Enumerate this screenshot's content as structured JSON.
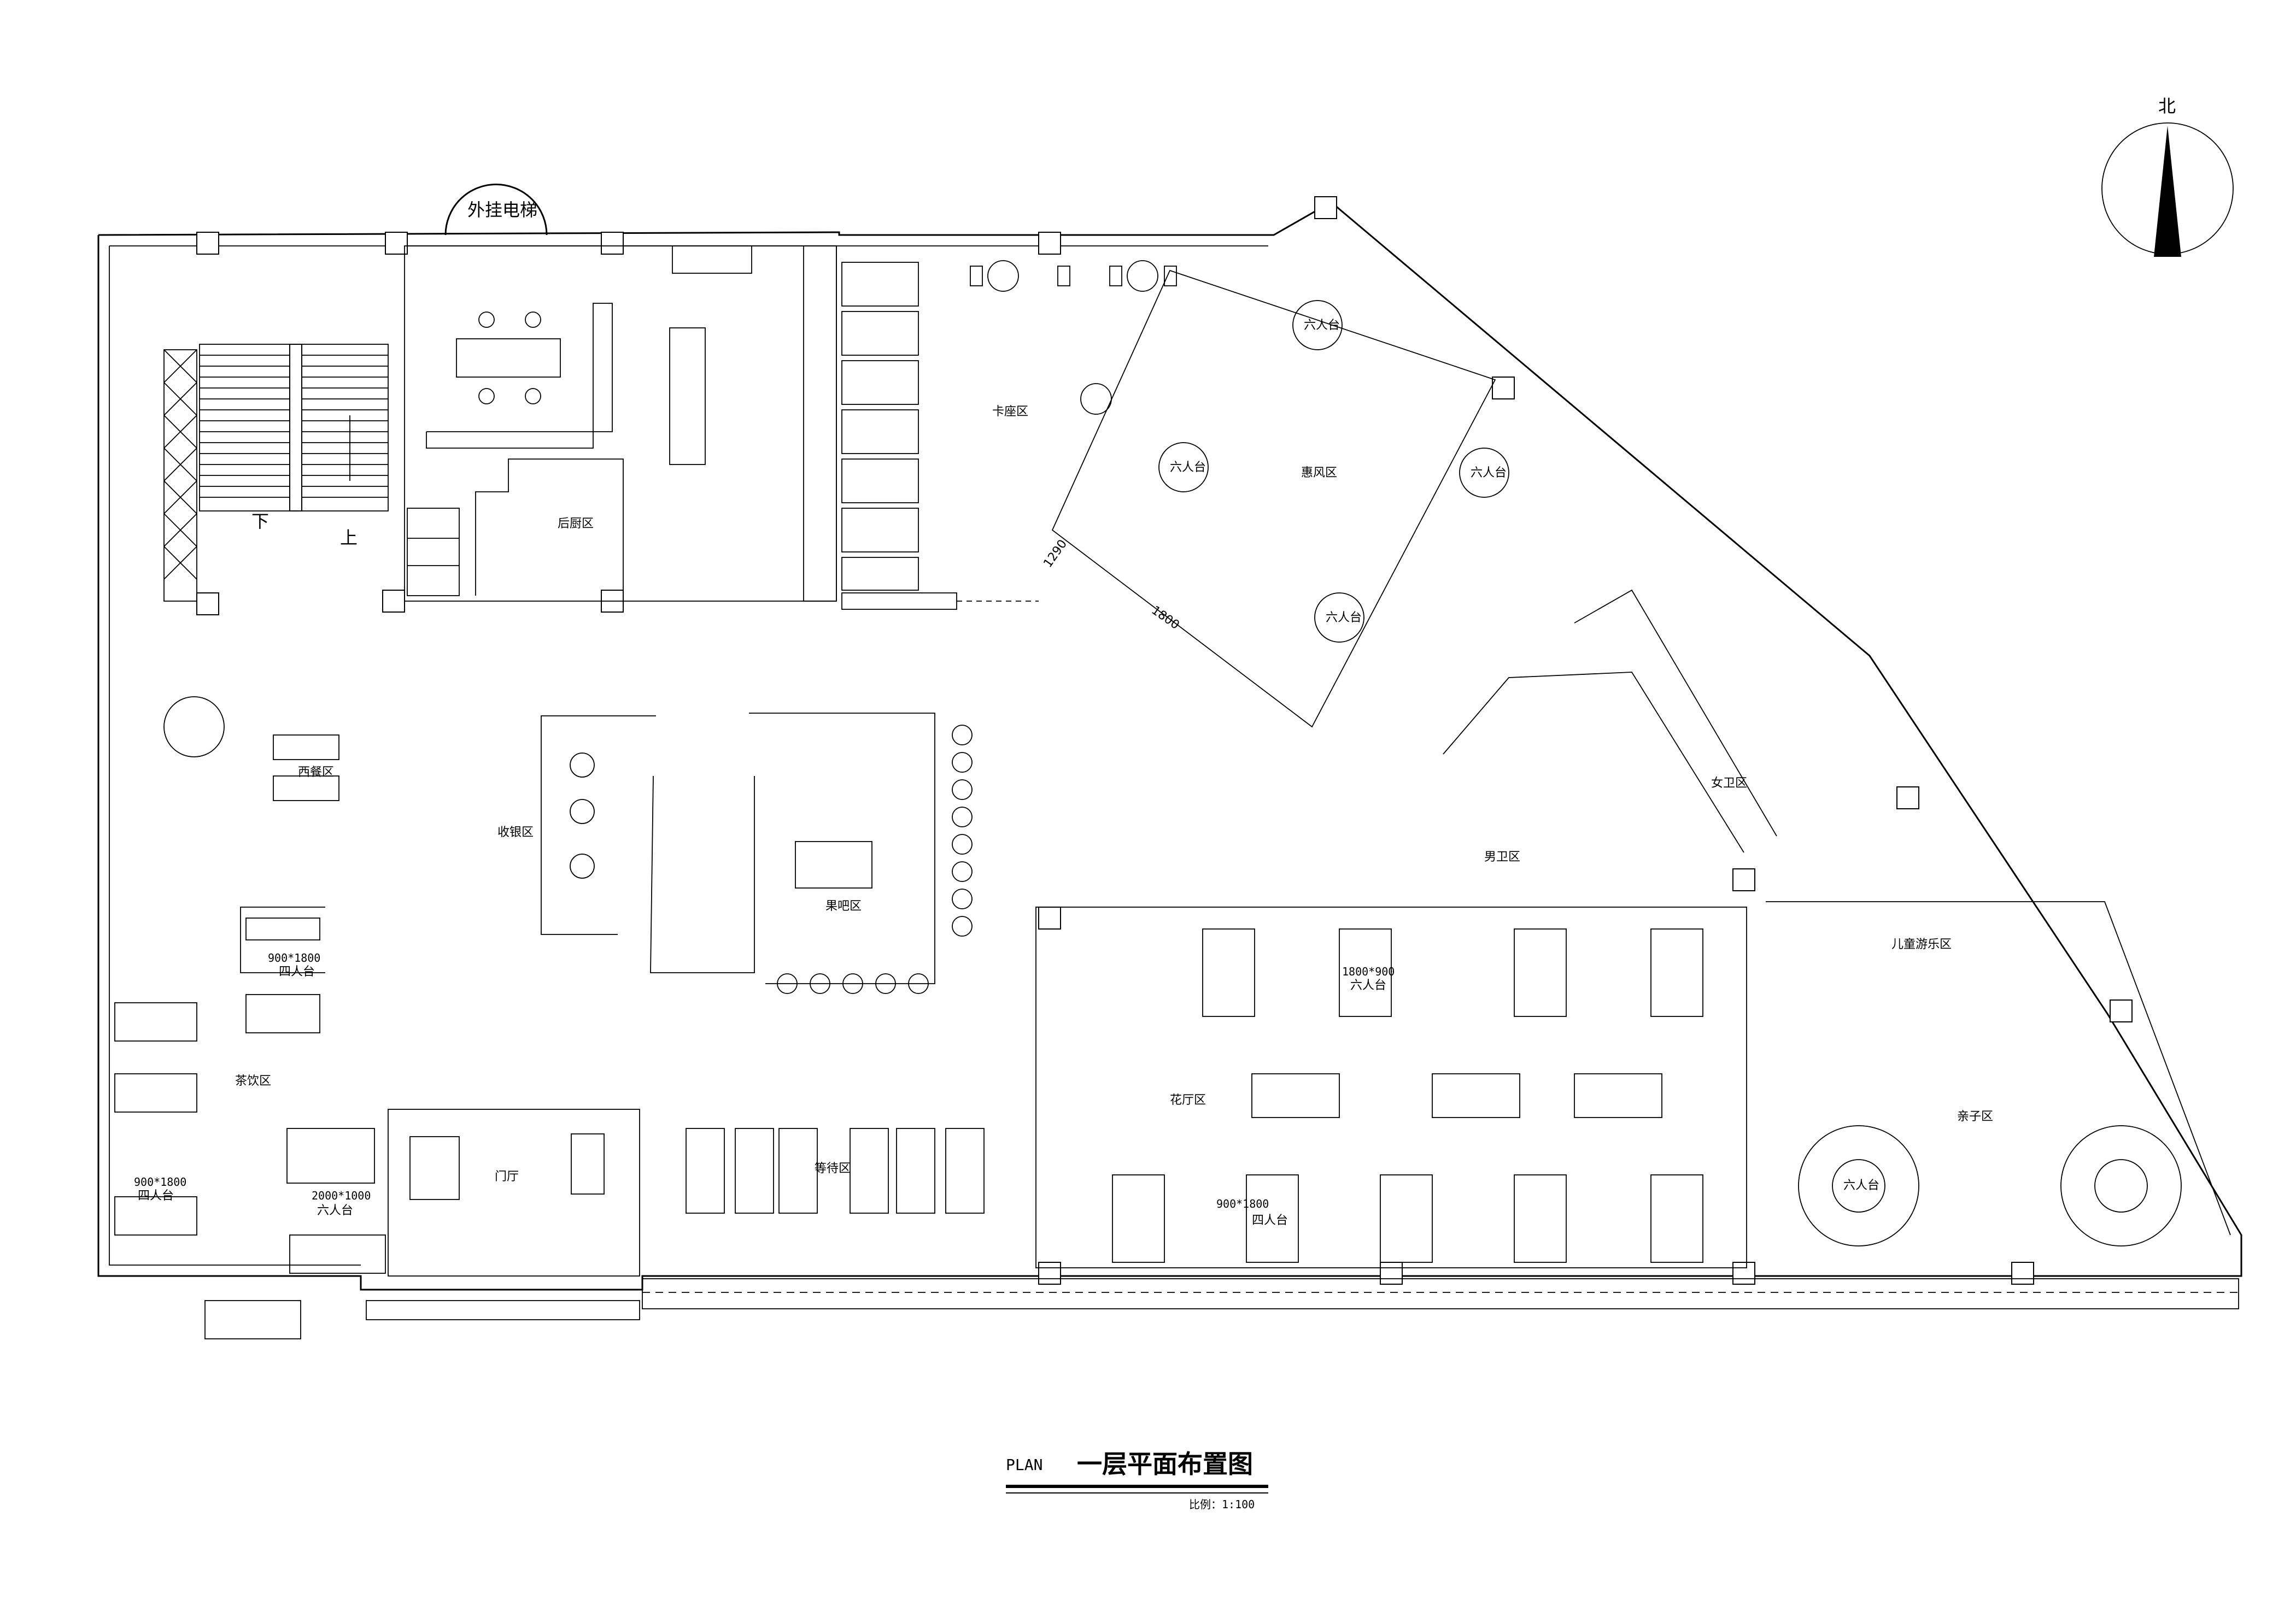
{
  "title": {
    "prefix": "PLAN",
    "main": "一层平面布置图",
    "scale": "比例：1:100"
  },
  "compass": {
    "north": "北"
  },
  "rooms": {
    "elevator": "外挂电梯",
    "back_kitchen": "后厨区",
    "stairs_down": "下",
    "stairs_up": "上",
    "booth_area": "卡座区",
    "feng_area": "惠风区",
    "dim_1290": "1290",
    "dim_1800": "1800",
    "western_area": "西餐区",
    "cashier_area": "收银区",
    "bar_area": "果吧区",
    "leisure_area": "茶饮区",
    "entrance_hall": "门厅",
    "waiting_area": "等待区",
    "flower_hall": "花厅区",
    "mens_wc": "男卫区",
    "womens_wc": "女卫区",
    "kids_area": "儿童游乐区",
    "family_area": "亲子区"
  },
  "tables": {
    "six_top": "六人台",
    "t900_label": "900*1800",
    "four_top": "四人台",
    "t2000_label": "2000*1000",
    "t1800_label": "1800*900",
    "b900_label": "900*1800",
    "f900_label": "900*1800"
  }
}
